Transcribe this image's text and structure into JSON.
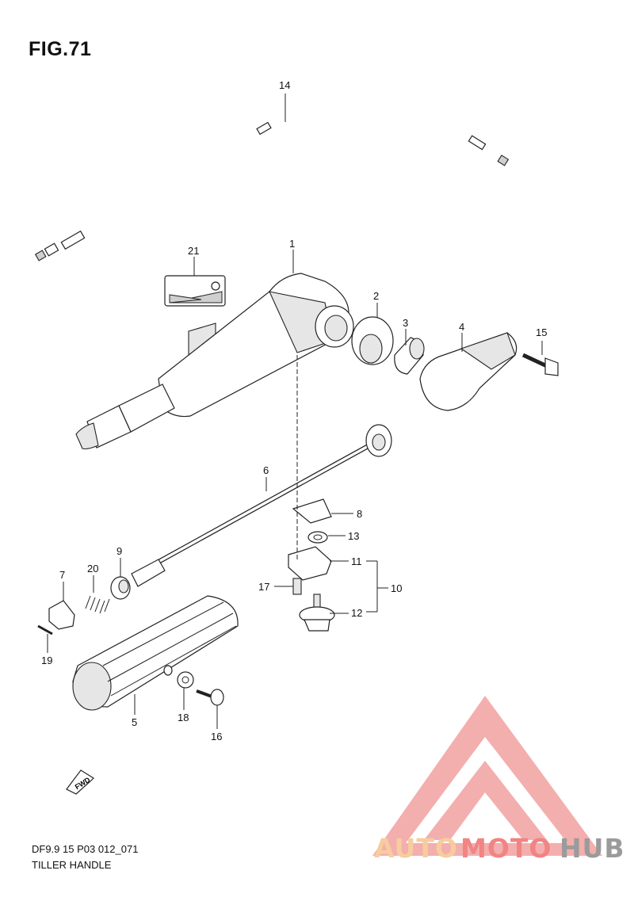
{
  "figure": {
    "title": "FIG.71"
  },
  "footer": {
    "code": "DF9.9 15 P03 012_071",
    "name": "TILLER HANDLE"
  },
  "callouts": [
    {
      "id": "1",
      "label": "1"
    },
    {
      "id": "2",
      "label": "2"
    },
    {
      "id": "3",
      "label": "3"
    },
    {
      "id": "4",
      "label": "4"
    },
    {
      "id": "5",
      "label": "5"
    },
    {
      "id": "6",
      "label": "6"
    },
    {
      "id": "7",
      "label": "7"
    },
    {
      "id": "8",
      "label": "8"
    },
    {
      "id": "9",
      "label": "9"
    },
    {
      "id": "10",
      "label": "10"
    },
    {
      "id": "11",
      "label": "11"
    },
    {
      "id": "12",
      "label": "12"
    },
    {
      "id": "13",
      "label": "13"
    },
    {
      "id": "14",
      "label": "14"
    },
    {
      "id": "15",
      "label": "15"
    },
    {
      "id": "16",
      "label": "16"
    },
    {
      "id": "17",
      "label": "17"
    },
    {
      "id": "18",
      "label": "18"
    },
    {
      "id": "19",
      "label": "19"
    },
    {
      "id": "20",
      "label": "20"
    },
    {
      "id": "21",
      "label": "21"
    }
  ],
  "fwd_arrow": {
    "label": "FWD"
  },
  "watermark": {
    "part1": "AUTO",
    "part2": "MOTO",
    "part3": "HUB",
    "color_light": "#f6c48e",
    "color_red": "#ef6f6f",
    "color_gray": "#8a8a8a"
  }
}
